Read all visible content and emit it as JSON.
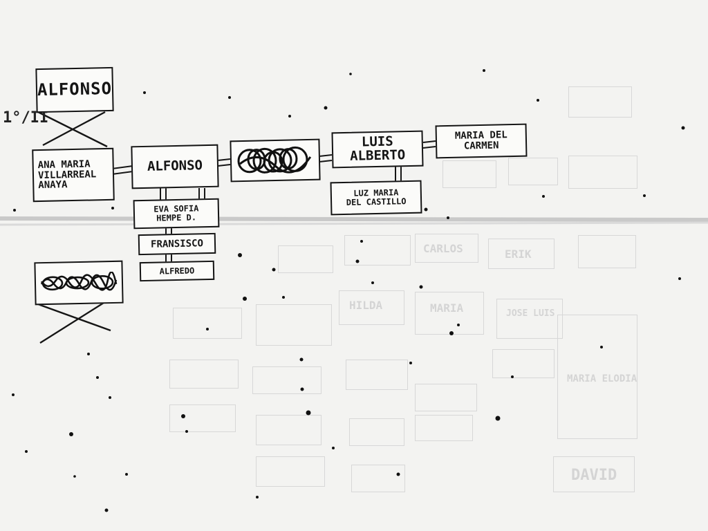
{
  "diagram": {
    "nodes": {
      "alfonso_top": "ALFONSO",
      "ana_maria": [
        "ANA MARIA",
        "VILLARREAL",
        "ANAYA"
      ],
      "alfonso_mid": "ALFONSO",
      "luis_alberto": [
        "LUIS",
        "ALBERTO"
      ],
      "maria_carmen": [
        "MARIA DEL",
        "CARMEN"
      ],
      "luz_maria": [
        "LUZ MARIA",
        "DEL CASTILLO"
      ],
      "eva_sofia": [
        "EVA SOFIA",
        "HEMPE D."
      ],
      "fransisco": "FRANSISCO",
      "alfredo": "ALFREDO"
    },
    "margin_note": "1°/II",
    "ghost_labels": [
      "CARLOS",
      "ERIK",
      "MARIA",
      "JOSE LUIS",
      "DAVID",
      "HILDA",
      "MARIA ELODIA"
    ]
  }
}
